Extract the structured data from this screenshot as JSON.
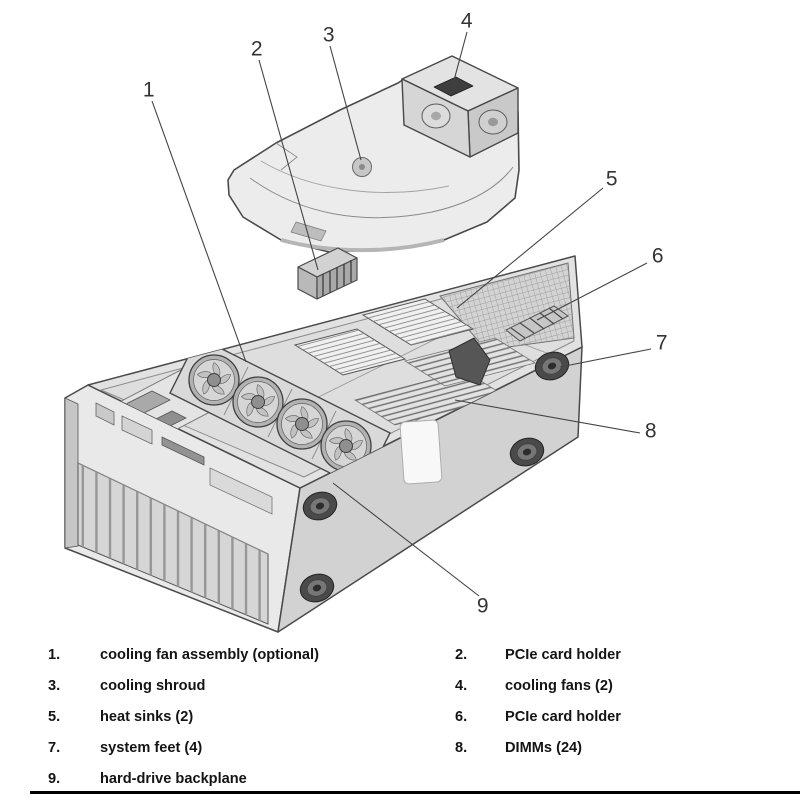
{
  "callouts": [
    {
      "label": "1"
    },
    {
      "label": "2"
    },
    {
      "label": "3"
    },
    {
      "label": "4"
    },
    {
      "label": "5"
    },
    {
      "label": "6"
    },
    {
      "label": "7"
    },
    {
      "label": "8"
    },
    {
      "label": "9"
    }
  ],
  "legend": {
    "left": [
      {
        "num": "1.",
        "label": "cooling fan assembly (optional)"
      },
      {
        "num": "3.",
        "label": "cooling shroud"
      },
      {
        "num": "5.",
        "label": "heat sinks (2)"
      },
      {
        "num": "7.",
        "label": "system feet (4)"
      },
      {
        "num": "9.",
        "label": "hard-drive backplane"
      }
    ],
    "right": [
      {
        "num": "2.",
        "label": "PCIe card holder"
      },
      {
        "num": "4.",
        "label": "cooling fans (2)"
      },
      {
        "num": "6.",
        "label": "PCIe card holder"
      },
      {
        "num": "8.",
        "label": "DIMMs (24)"
      }
    ]
  },
  "colors": {
    "bg": "#ffffff",
    "text": "#141414",
    "callout": "#333333",
    "rule": "#000000",
    "ink": "#4a4a4a",
    "chassis-light": "#ececec",
    "chassis-mid": "#d8d8d8",
    "chassis-dark": "#c4c4c4",
    "part-dark": "#4a4a4a"
  }
}
